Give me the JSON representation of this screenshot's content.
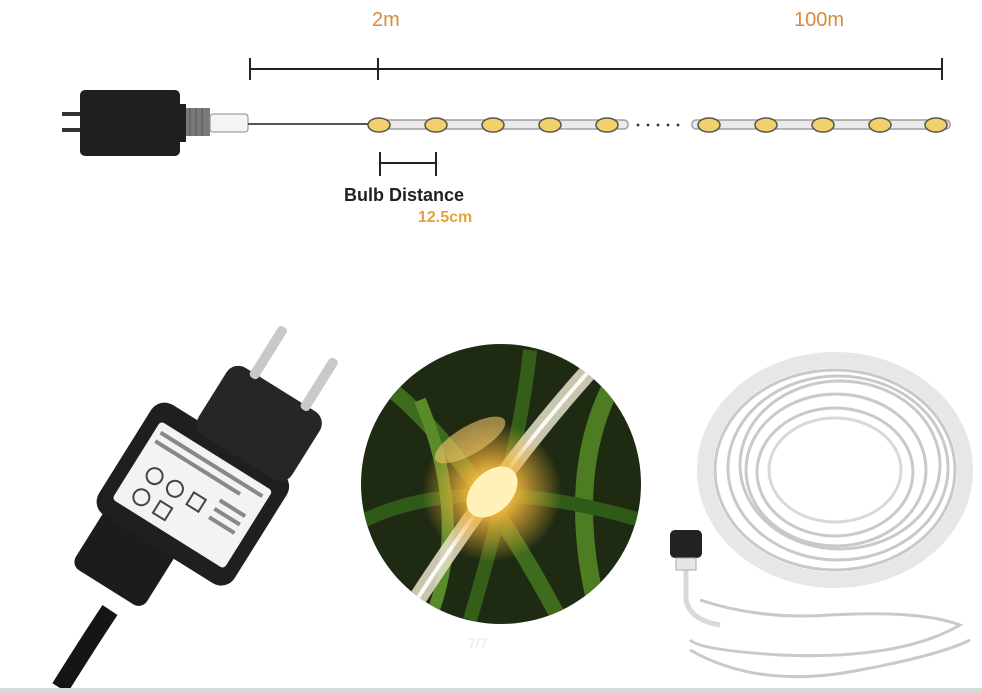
{
  "labels": {
    "start_length": "2m",
    "end_length": "100m",
    "bulb_distance_title": "Bulb Distance",
    "bulb_distance_value": "12.5cm",
    "mid_bottom_text": "7/7"
  },
  "colors": {
    "accent_orange": "#d98a3a",
    "bulb_warm": "#f2d06b",
    "plug_black": "#1f1f1f",
    "cable_gray": "#9e9e9e"
  },
  "photos": [
    {
      "name": "adapter-plug-photo"
    },
    {
      "name": "lit-bulb-closeup-photo"
    },
    {
      "name": "coiled-cable-photo"
    }
  ]
}
